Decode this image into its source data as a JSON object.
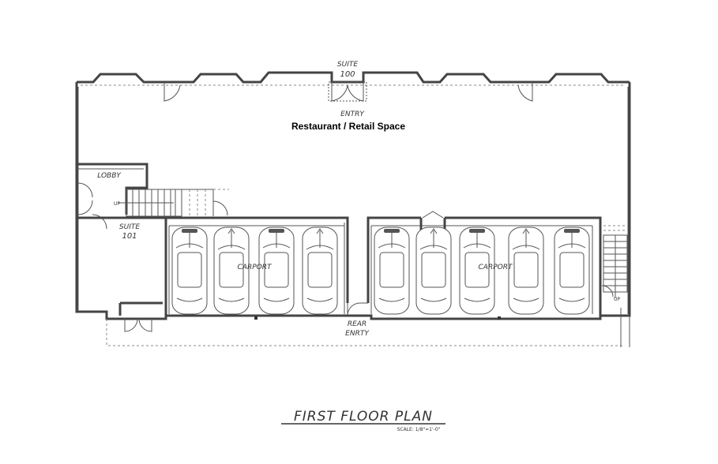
{
  "labels": {
    "suite_100_line1": "SUITE",
    "suite_100_line2": "100",
    "entry": "ENTRY",
    "restaurant": "Restaurant / Retail Space",
    "lobby": "LOBBY",
    "up_lobby": "UP",
    "suite_101_line1": "SUITE",
    "suite_101_line2": "101",
    "carport_left": "CARPORT",
    "carport_right": "CARPORT",
    "rear_line1": "REAR",
    "rear_line2": "ENRTY",
    "up_right": "UP",
    "title": "FIRST FLOOR PLAN",
    "scale": "SCALE: 1/8\"=1'-0\""
  },
  "carports": [
    {
      "name": "left",
      "cars": 4
    },
    {
      "name": "right",
      "cars": 5
    }
  ],
  "colors": {
    "line": "#444444",
    "background": "#ffffff"
  }
}
